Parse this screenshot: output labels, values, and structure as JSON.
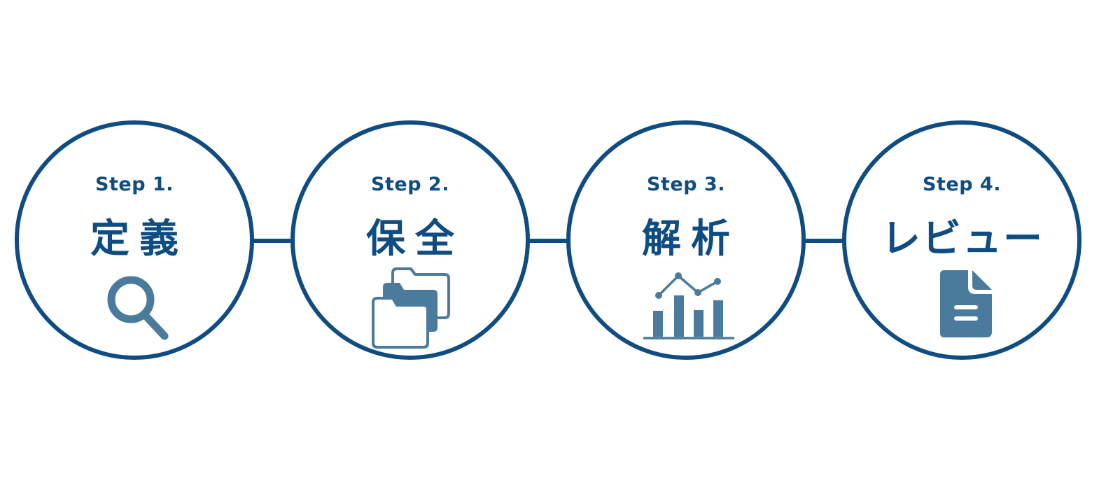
{
  "colors": {
    "ring": "#0f4c81",
    "icon": "#4a7a9c",
    "background": "#ffffff"
  },
  "steps": [
    {
      "label": "Step 1.",
      "title": "定義",
      "icon": "magnifier-icon"
    },
    {
      "label": "Step 2.",
      "title": "保全",
      "icon": "folders-icon"
    },
    {
      "label": "Step 3.",
      "title": "解析",
      "icon": "analytics-chart-icon"
    },
    {
      "label": "Step 4.",
      "title": "レビュー",
      "icon": "document-icon"
    }
  ]
}
